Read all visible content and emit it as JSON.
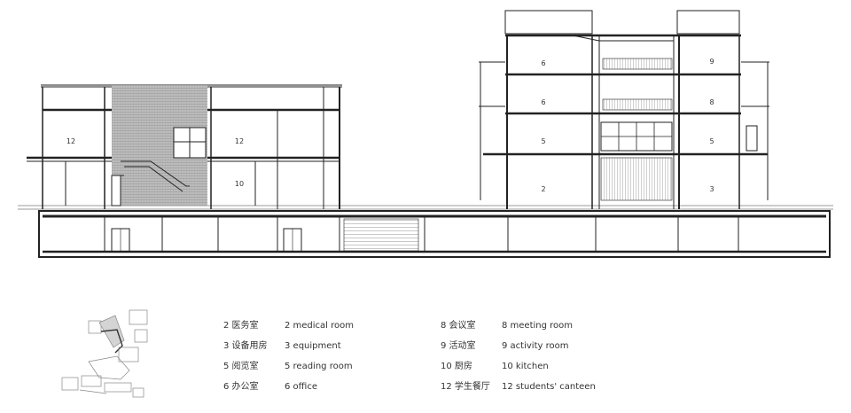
{
  "section": {
    "room_labels": [
      {
        "id": "12a",
        "text": "12"
      },
      {
        "id": "12b",
        "text": "12"
      },
      {
        "id": "10",
        "text": "10"
      },
      {
        "id": "6a",
        "text": "6"
      },
      {
        "id": "9",
        "text": "9"
      },
      {
        "id": "6b",
        "text": "6"
      },
      {
        "id": "8",
        "text": "8"
      },
      {
        "id": "5a",
        "text": "5"
      },
      {
        "id": "5b",
        "text": "5"
      },
      {
        "id": "2",
        "text": "2"
      },
      {
        "id": "3",
        "text": "3"
      }
    ]
  },
  "legend": {
    "left_column": [
      {
        "zh": "2 医务室",
        "en": "2  medical room"
      },
      {
        "zh": "3 设备用房",
        "en": "3  equipment"
      },
      {
        "zh": "5 阅览室",
        "en": "5  reading room"
      },
      {
        "zh": "6 办公室",
        "en": "6  office"
      }
    ],
    "right_column": [
      {
        "zh": "8 会议室",
        "en": "8  meeting room"
      },
      {
        "zh": "9 活动室",
        "en": "9  activity room"
      },
      {
        "zh": "10  厨房",
        "en": "10  kitchen"
      },
      {
        "zh": "12  学生餐厅",
        "en": "12  students' canteen"
      }
    ]
  },
  "colors": {
    "line": "#222222",
    "thin_line": "#555555",
    "hatch": "#9a9a9a",
    "text": "#333333"
  }
}
